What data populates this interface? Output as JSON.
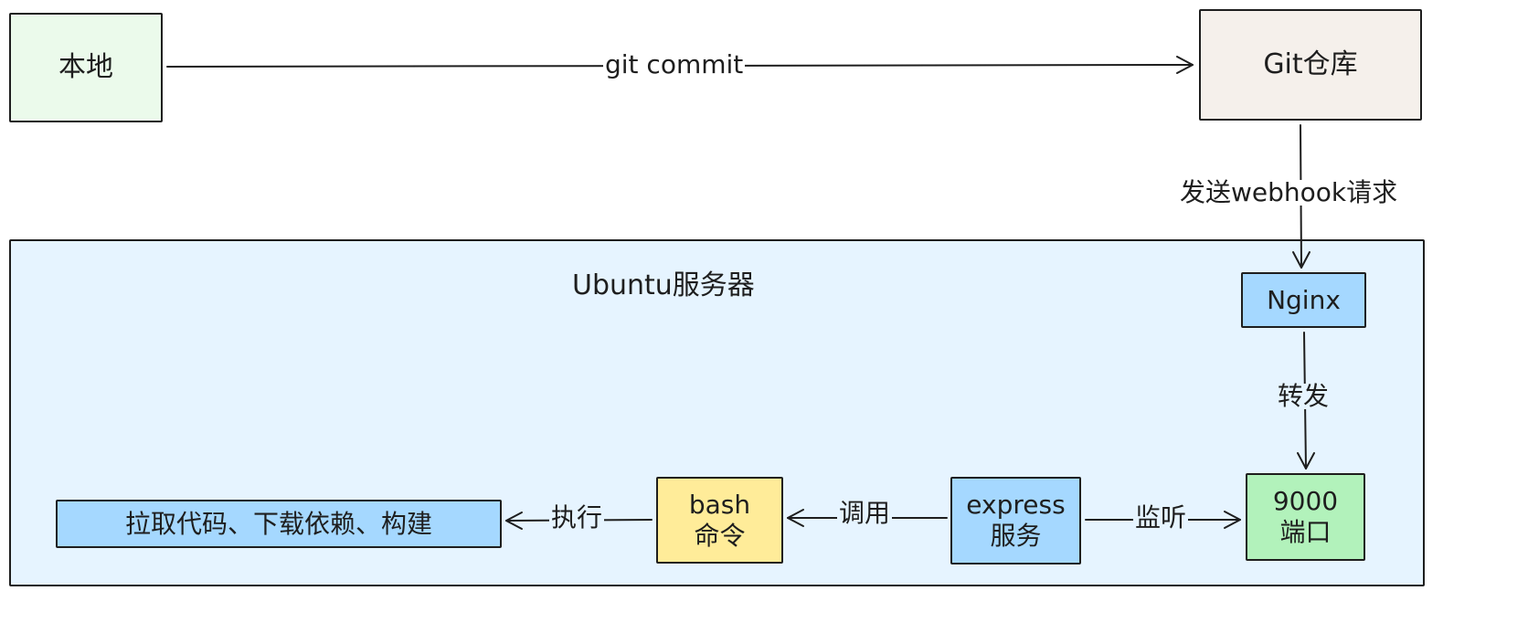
{
  "nodes": {
    "local": "本地",
    "git_repo": "Git仓库",
    "server": "Ubuntu服务器",
    "nginx": "Nginx",
    "port_line1": "9000",
    "port_line2": "端口",
    "express_line1": "express",
    "express_line2": "服务",
    "bash_line1": "bash",
    "bash_line2": "命令",
    "task": "拉取代码、下载依赖、构建"
  },
  "edges": {
    "commit": "git commit",
    "webhook": "发送webhook请求",
    "forward": "转发",
    "listen": "监听",
    "invoke": "调用",
    "execute": "执行"
  },
  "colors": {
    "local_fill": "#ebfaeb",
    "git_fill": "#f5f0eb",
    "server_fill": "#e6f4ff",
    "blue_fill": "#a5d8ff",
    "green_fill": "#b2f2bb",
    "yellow_fill": "#ffec99"
  }
}
